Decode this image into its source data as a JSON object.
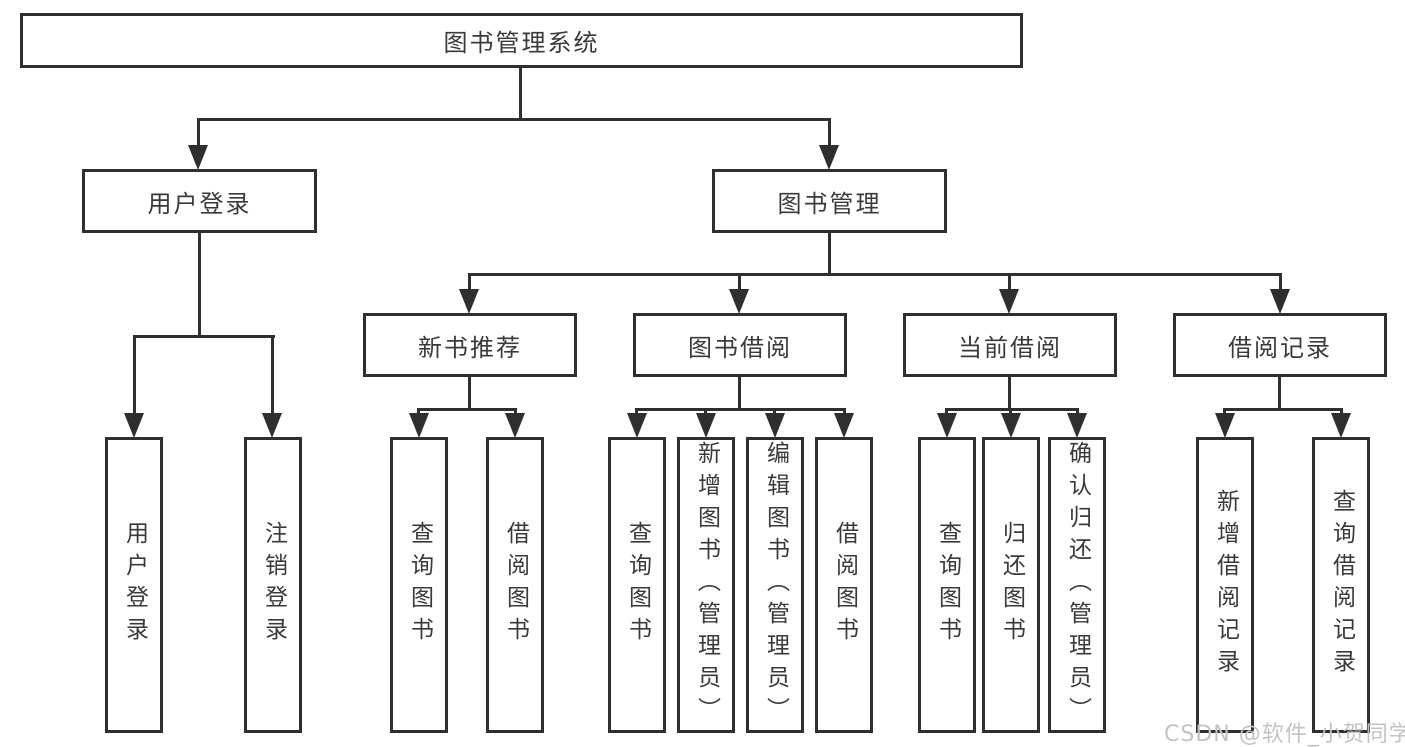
{
  "tree": {
    "root": "图书管理系统",
    "children": [
      {
        "label": "用户登录",
        "children": [
          {
            "label": "用户登录"
          },
          {
            "label": "注销登录"
          }
        ]
      },
      {
        "label": "图书管理",
        "children": [
          {
            "label": "新书推荐",
            "children": [
              {
                "label": "查询图书"
              },
              {
                "label": "借阅图书"
              }
            ]
          },
          {
            "label": "图书借阅",
            "children": [
              {
                "label": "查询图书"
              },
              {
                "label": "新增图书（管理员）"
              },
              {
                "label": "编辑图书（管理员）"
              },
              {
                "label": "借阅图书"
              }
            ]
          },
          {
            "label": "当前借阅",
            "children": [
              {
                "label": "查询图书"
              },
              {
                "label": "归还图书"
              },
              {
                "label": "确认归还（管理员）"
              }
            ]
          },
          {
            "label": "借阅记录",
            "children": [
              {
                "label": "新增借阅记录"
              },
              {
                "label": "查询借阅记录"
              }
            ]
          }
        ]
      }
    ]
  },
  "watermark": {
    "text": "CSDN @软件_小贺同学"
  },
  "colors": {
    "line": "#2f2f2f",
    "text": "#3a3a3a",
    "watermark": "#c3c3c3",
    "background": "#ffffff"
  }
}
